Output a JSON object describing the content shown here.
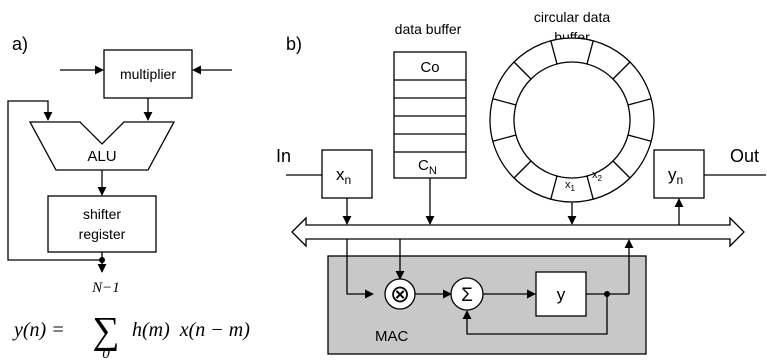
{
  "panel_a": {
    "label": "a)",
    "multiplier": "multiplier",
    "alu": "ALU",
    "shifter_line1": "shifter",
    "shifter_line2": "register",
    "formula": {
      "lhs": "y(n) =",
      "sum_top": "N−1",
      "sigma": "∑",
      "sum_bottom": "0",
      "rhs": "h(m)  x(n − m)"
    }
  },
  "panel_b": {
    "label": "b)",
    "in_label": "In",
    "out_label": "Out",
    "xn_main": "x",
    "xn_sub": "n",
    "yn_main": "y",
    "yn_sub": "n",
    "data_buffer_title": "data buffer",
    "buffer_top": "Co",
    "buffer_bottom_main": "C",
    "buffer_bottom_sub": "N",
    "circular_title_line1": "circular data",
    "circular_title_line2": "buffer",
    "circ_x1_main": "x",
    "circ_x1_sub": "1",
    "circ_x2_main": "x",
    "circ_x2_sub": "2",
    "multiply_symbol": "⊗",
    "sum_symbol": "Σ",
    "y_label": "y",
    "mac_label": "MAC"
  },
  "colors": {
    "mac_fill": "#c8c8c8",
    "line": "#000000",
    "background": "#ffffff"
  }
}
